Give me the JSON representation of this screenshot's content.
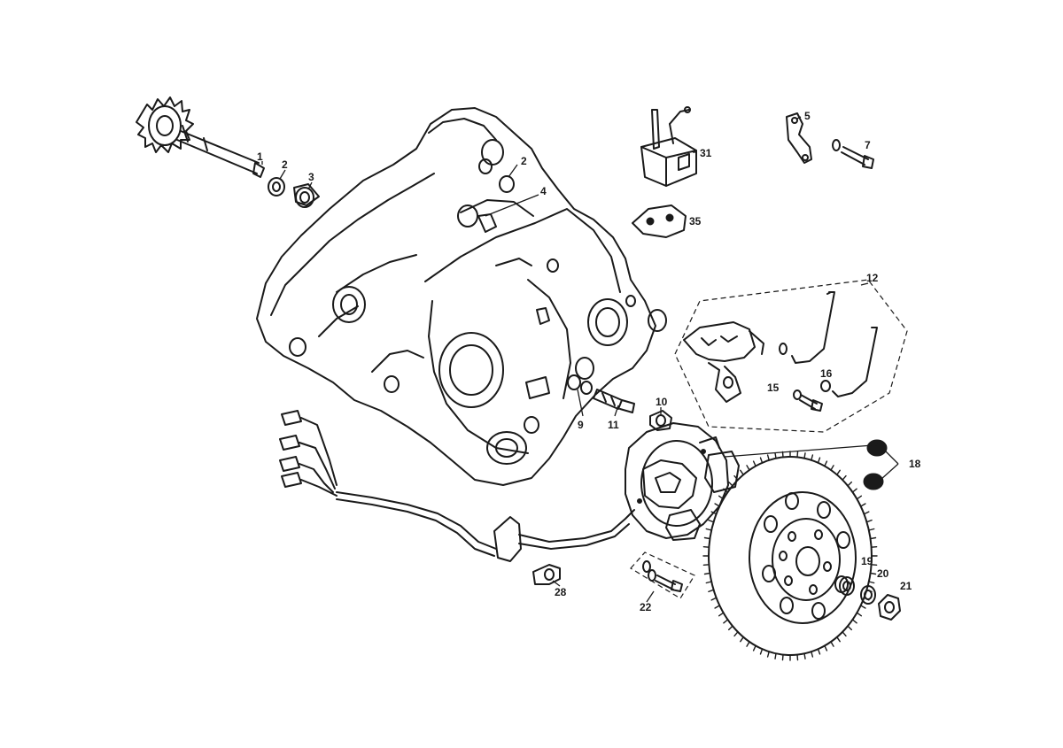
{
  "callouts": {
    "c1": "1",
    "c2a": "2",
    "c2b": "2",
    "c3": "3",
    "c4": "4",
    "c5": "5",
    "c7": "7",
    "c9": "9",
    "c10": "10",
    "c11": "11",
    "c12": "12",
    "c15": "15",
    "c16": "16",
    "c18": "18",
    "c19": "19",
    "c20": "20",
    "c21": "21",
    "c22": "22",
    "c28": "28",
    "c31": "31",
    "c35": "35"
  }
}
